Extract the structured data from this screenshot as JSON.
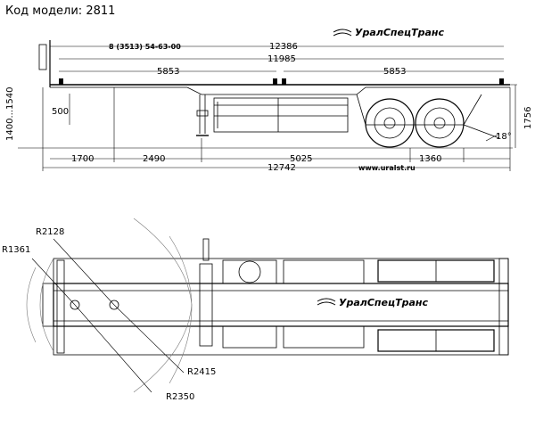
{
  "header": {
    "model_label": "Код модели: 2811"
  },
  "brand": {
    "name": "УралСпецТранс",
    "website": "www.uralst.ru"
  },
  "side_view": {
    "model_code": "8 (3513) 54-63-00",
    "overall_platform": "12386",
    "inner_platform": "11985",
    "left_half": "5853",
    "right_half": "5853",
    "coupling_height": "1400...1540",
    "support_height": "500",
    "total_height": "1756",
    "angle": "18°",
    "bottom_dims": [
      "1700",
      "2490",
      "5025",
      "1360"
    ],
    "total_length": "12742"
  },
  "top_view": {
    "radii": [
      "R2128",
      "R1361",
      "R2415",
      "R2350"
    ]
  },
  "colors": {
    "line": "#000000",
    "accent": "#777777"
  }
}
